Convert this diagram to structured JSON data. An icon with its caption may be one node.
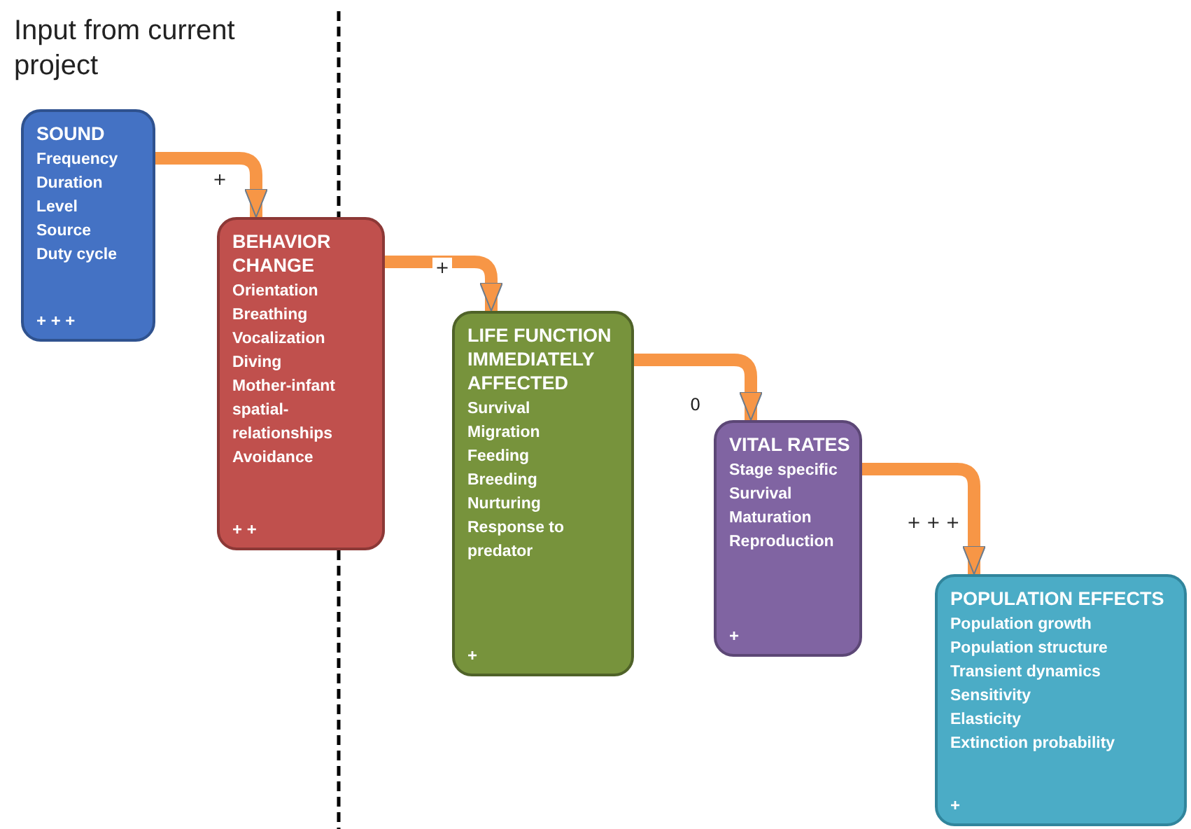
{
  "diagram": {
    "nodes": [
      {
        "text": [
          "SOUND",
          "Frequency",
          "Duration",
          "Level",
          "Source",
          "Duty cycle",
          "+ + +"
        ]
      },
      {
        "text": [
          "BEHAVIOR CHANGE",
          "Orientation",
          "Breathing",
          "Vocalization",
          "Diving",
          "Mother-infant spatial-relationships",
          "Avoidance",
          "+ +"
        ]
      },
      {
        "text": [
          "LIFE FUNCTION IMMEDIATELY AFFECTED",
          "Survival",
          "Migration",
          "Feeding",
          "Breeding",
          "Nurturing",
          "Response to predator",
          "+"
        ]
      },
      {
        "text": [
          "VITAL RATES",
          "Stage specific",
          "Survival",
          "Maturation",
          "Reproduction",
          "+"
        ]
      },
      {
        "text": [
          "POPULATION EFFECTS",
          "Population growth",
          "Population structure",
          "Transient dynamics",
          "Sensitivity",
          "Elasticity",
          "Extinction probability",
          "+"
        ]
      }
    ],
    "edges": [
      {
        "from": 0,
        "to": 1,
        "arrow": "to",
        "label": "+"
      },
      {
        "from": 1,
        "to": 2,
        "arrow": "to",
        "label": "+"
      },
      {
        "from": 2,
        "to": 3,
        "arrow": "to",
        "label": "0"
      },
      {
        "from": 3,
        "to": 4,
        "arrow": "to",
        "label": "+ + +"
      }
    ],
    "labels": [
      "Input from current project"
    ]
  }
}
